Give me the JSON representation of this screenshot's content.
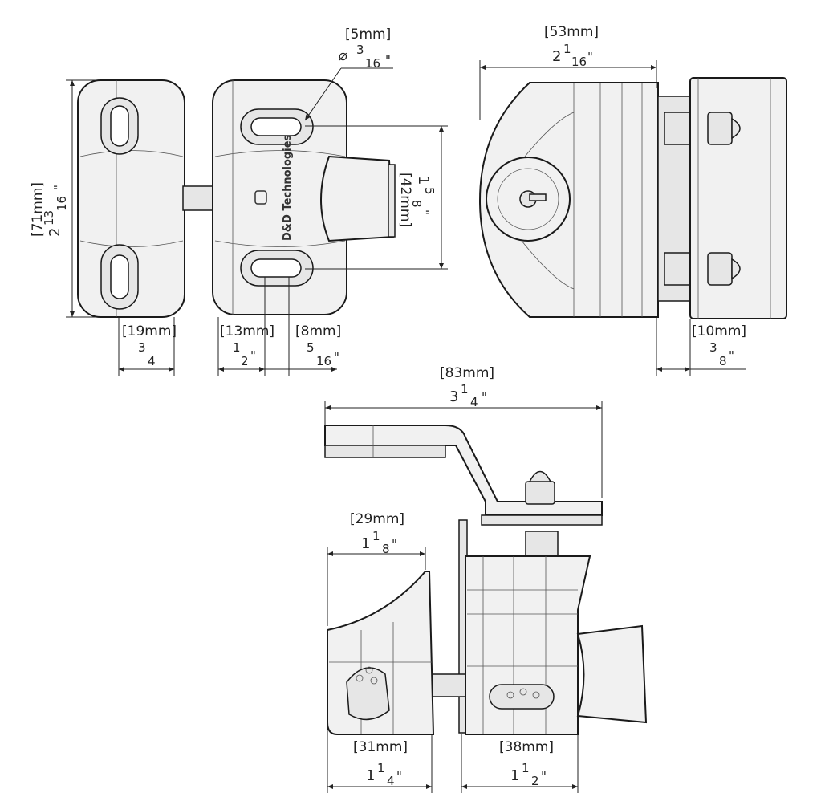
{
  "brand": "D&D Technologies",
  "dimensions": {
    "hole": {
      "mm": "[5mm]",
      "prefix": "⌀",
      "whole": "",
      "num": "3",
      "den": "16",
      "unit": "\""
    },
    "width_top_right": {
      "mm": "[53mm]",
      "whole": "2",
      "num": "1",
      "den": "16",
      "unit": "\""
    },
    "height_left": {
      "mm": "[71mm]",
      "whole": "2",
      "num": "13",
      "den": "16",
      "unit": "\""
    },
    "slot_spacing": {
      "mm": "[42mm]",
      "whole": "1",
      "num": "5",
      "den": "8",
      "unit": "\""
    },
    "plate_width": {
      "mm": "[19mm]",
      "whole": "",
      "num": "3",
      "den": "4",
      "unit": "\""
    },
    "offset_a": {
      "mm": "[13mm]",
      "whole": "",
      "num": "1",
      "den": "2",
      "unit": "\""
    },
    "offset_b": {
      "mm": "[8mm]",
      "whole": "",
      "num": "5",
      "den": "16",
      "unit": "\""
    },
    "plate_thickness": {
      "mm": "[10mm]",
      "whole": "",
      "num": "3",
      "den": "8",
      "unit": "\""
    },
    "bracket_length": {
      "mm": "[83mm]",
      "whole": "3",
      "num": "1",
      "den": "4",
      "unit": "\""
    },
    "cup_width": {
      "mm": "[29mm]",
      "whole": "1",
      "num": "1",
      "den": "8",
      "unit": "\""
    },
    "left_body": {
      "mm": "[31mm]",
      "whole": "1",
      "num": "1",
      "den": "4",
      "unit": "\""
    },
    "right_body": {
      "mm": "[38mm]",
      "whole": "1",
      "num": "1",
      "den": "2",
      "unit": "\""
    }
  }
}
